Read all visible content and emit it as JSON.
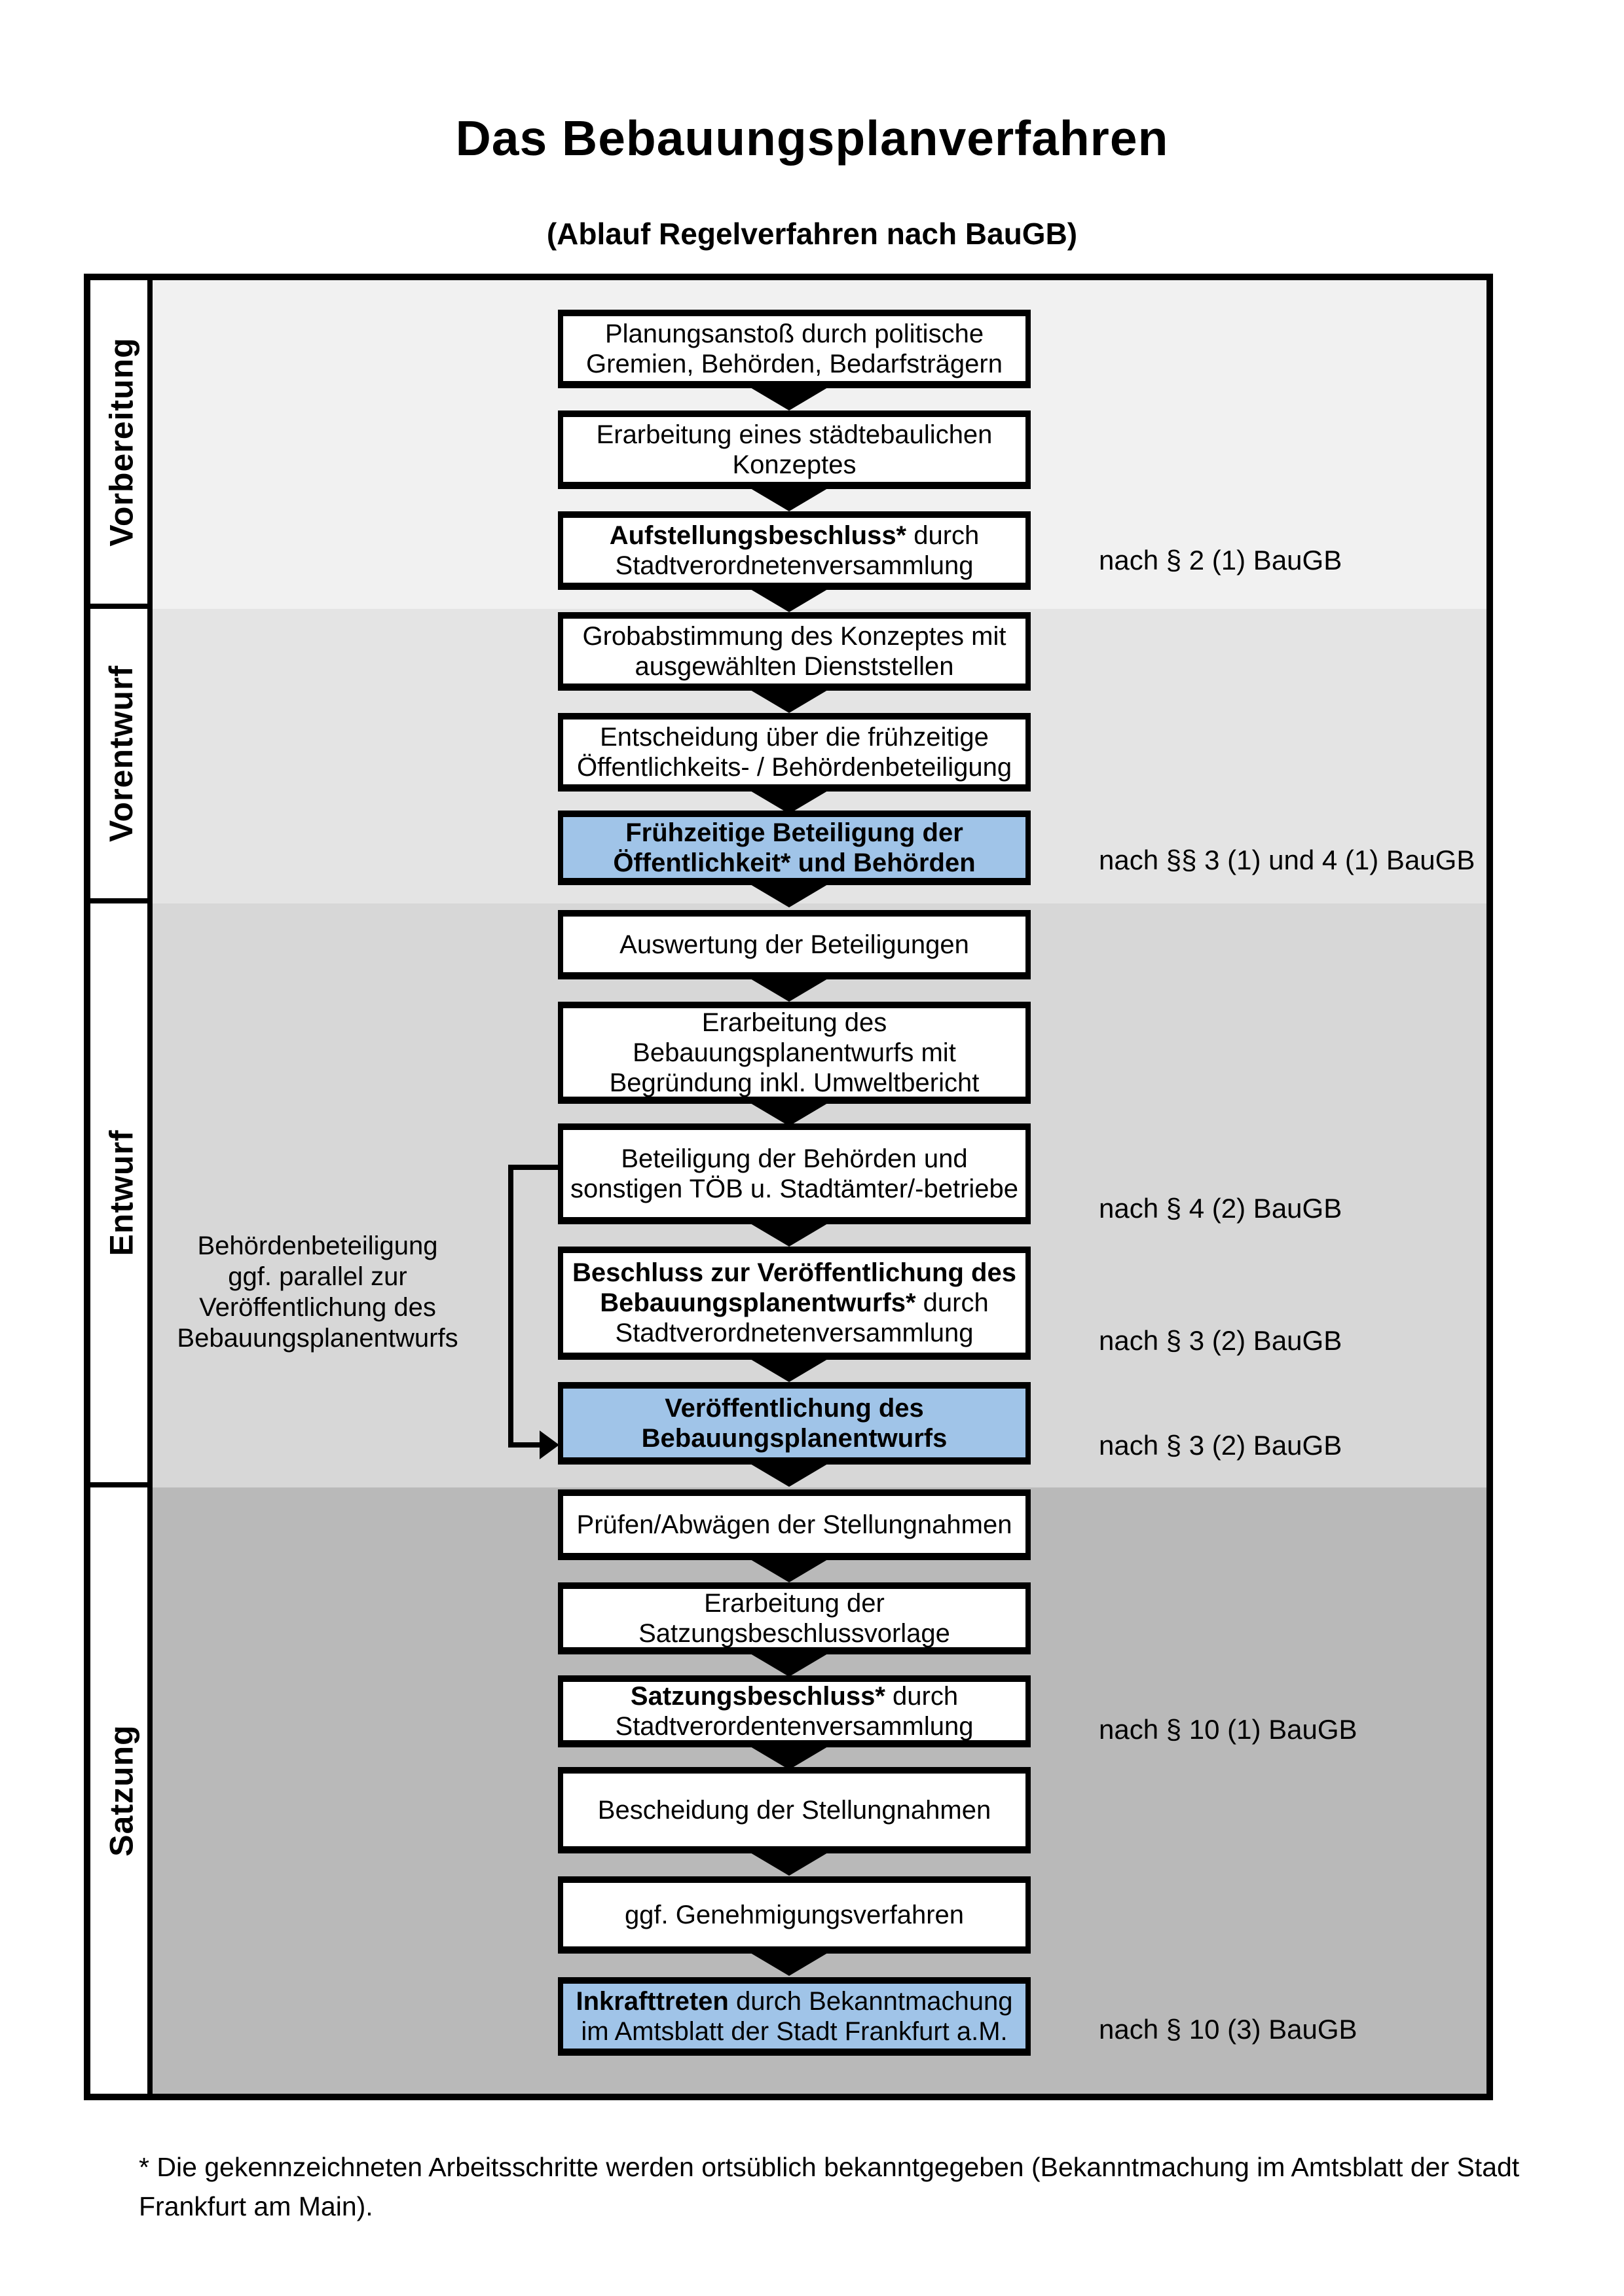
{
  "header": {
    "title": "Das Bebauungsplanverfahren",
    "subtitle": "(Ablauf Regelverfahren nach BauGB)"
  },
  "phases": [
    {
      "label": "Vorbereitung"
    },
    {
      "label": "Vorentwurf"
    },
    {
      "label": "Entwurf"
    },
    {
      "label": "Satzung"
    }
  ],
  "flow": {
    "boxes": [
      {
        "phase": "Vorbereitung",
        "highlight": false,
        "lines": [
          {
            "b": "",
            "n": "Planungsanstoß durch politische"
          },
          {
            "b": "",
            "n": "Gremien, Behörden, Bedarfsträgern"
          }
        ]
      },
      {
        "phase": "Vorbereitung",
        "highlight": false,
        "lines": [
          {
            "b": "",
            "n": "Erarbeitung eines städtebaulichen"
          },
          {
            "b": "",
            "n": "Konzeptes"
          }
        ]
      },
      {
        "phase": "Vorbereitung",
        "highlight": false,
        "lines": [
          {
            "b": "Aufstellungsbeschluss*",
            "n": " durch"
          },
          {
            "b": "",
            "n": "Stadtverordnetenversammlung"
          }
        ]
      },
      {
        "phase": "Vorentwurf",
        "highlight": false,
        "lines": [
          {
            "b": "",
            "n": "Grobabstimmung des Konzeptes mit"
          },
          {
            "b": "",
            "n": "ausgewählten Dienststellen"
          }
        ]
      },
      {
        "phase": "Vorentwurf",
        "highlight": false,
        "lines": [
          {
            "b": "",
            "n": "Entscheidung über die frühzeitige"
          },
          {
            "b": "",
            "n": "Öffentlichkeits- / Behördenbeteiligung"
          }
        ]
      },
      {
        "phase": "Vorentwurf",
        "highlight": true,
        "lines": [
          {
            "b": "Frühzeitige Beteiligung der",
            "n": ""
          },
          {
            "b": "Öffentlichkeit* und Behörden",
            "n": ""
          }
        ]
      },
      {
        "phase": "Entwurf",
        "highlight": false,
        "lines": [
          {
            "b": "",
            "n": "Auswertung der Beteiligungen"
          }
        ]
      },
      {
        "phase": "Entwurf",
        "highlight": false,
        "lines": [
          {
            "b": "",
            "n": "Erarbeitung des"
          },
          {
            "b": "",
            "n": "Bebauungsplanentwurfs mit"
          },
          {
            "b": "",
            "n": "Begründung inkl. Umweltbericht"
          }
        ]
      },
      {
        "phase": "Entwurf",
        "highlight": false,
        "lines": [
          {
            "b": "",
            "n": "Beteiligung der Behörden und"
          },
          {
            "b": "",
            "n": "sonstigen TÖB u. Stadtämter/-betriebe"
          }
        ]
      },
      {
        "phase": "Entwurf",
        "highlight": false,
        "lines": [
          {
            "b": "Beschluss zur Veröffentlichung des",
            "n": ""
          },
          {
            "b": "Bebauungsplanentwurfs*",
            "n": " durch"
          },
          {
            "b": "",
            "n": "Stadtverordnetenversammlung"
          }
        ]
      },
      {
        "phase": "Entwurf",
        "highlight": true,
        "lines": [
          {
            "b": "Veröffentlichung des",
            "n": ""
          },
          {
            "b": "Bebauungsplanentwurfs",
            "n": ""
          }
        ]
      },
      {
        "phase": "Satzung",
        "highlight": false,
        "lines": [
          {
            "b": "",
            "n": "Prüfen/Abwägen der Stellungnahmen"
          }
        ]
      },
      {
        "phase": "Satzung",
        "highlight": false,
        "lines": [
          {
            "b": "",
            "n": "Erarbeitung der"
          },
          {
            "b": "",
            "n": "Satzungsbeschlussvorlage"
          }
        ]
      },
      {
        "phase": "Satzung",
        "highlight": false,
        "lines": [
          {
            "b": "Satzungsbeschluss*",
            "n": " durch"
          },
          {
            "b": "",
            "n": "Stadtverordentenversammlung"
          }
        ]
      },
      {
        "phase": "Satzung",
        "highlight": false,
        "lines": [
          {
            "b": "",
            "n": "Bescheidung der Stellungnahmen"
          }
        ]
      },
      {
        "phase": "Satzung",
        "highlight": false,
        "lines": [
          {
            "b": "",
            "n": "ggf. Genehmigungsverfahren"
          }
        ]
      },
      {
        "phase": "Satzung",
        "highlight": true,
        "lines": [
          {
            "b": "Inkrafttreten",
            "n": " durch Bekanntmachung"
          },
          {
            "b": "",
            "n": "im Amtsblatt der Stadt Frankfurt a.M."
          }
        ]
      }
    ],
    "side_note": {
      "lines": [
        "Behördenbeteiligung",
        "ggf. parallel zur",
        "Veröffentlichung des",
        "Bebauungsplanentwurfs"
      ]
    },
    "legal_refs": [
      {
        "text": "nach § 2 (1) BauGB"
      },
      {
        "text": "nach §§ 3 (1) und 4 (1) BauGB"
      },
      {
        "text": "nach § 4 (2) BauGB"
      },
      {
        "text": "nach § 3 (2) BauGB"
      },
      {
        "text": "nach § 3 (2) BauGB"
      },
      {
        "text": "nach § 10 (1) BauGB"
      },
      {
        "text": "nach § 10 (3) BauGB"
      }
    ]
  },
  "footnote": {
    "lines": [
      "* Die gekennzeichneten Arbeitsschritte werden ortsüblich bekanntgegeben (Bekanntmachung im Amtsblatt  der Stadt",
      "Frankfurt am Main)."
    ]
  },
  "colors": {
    "highlight_box_fill": "#A0C4E8",
    "band_vorbereitung": "#F1F1F1",
    "band_vorentwurf": "#E4E4E4",
    "band_entwurf": "#D7D7D7",
    "band_satzung": "#B9B9B9"
  }
}
